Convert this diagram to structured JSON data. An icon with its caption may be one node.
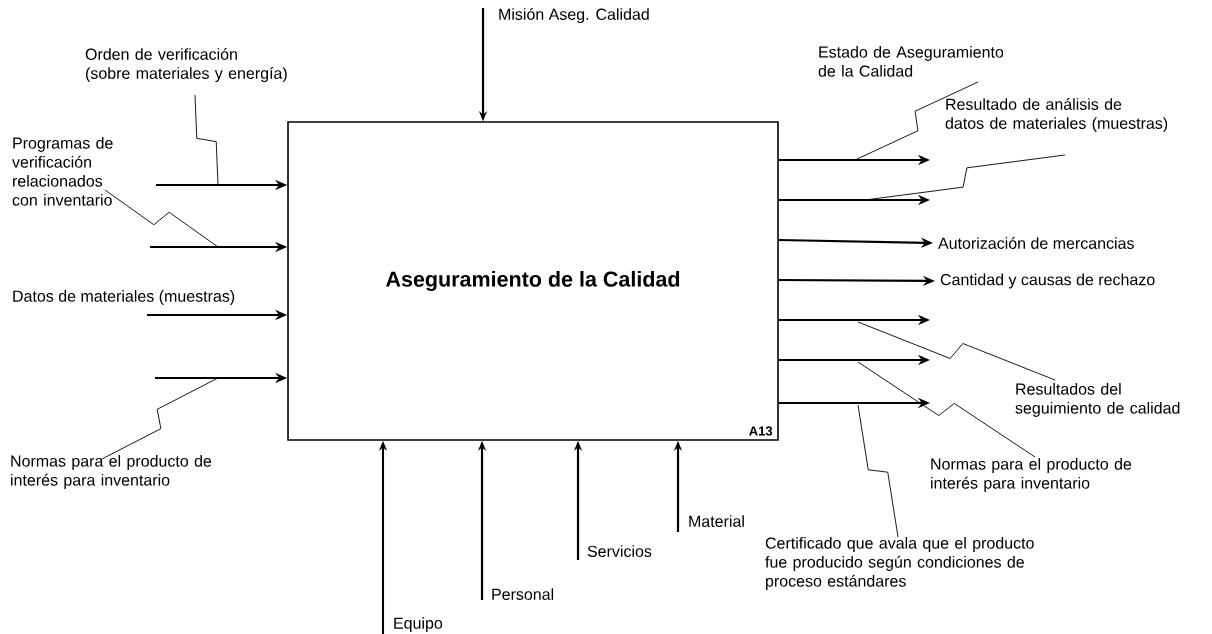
{
  "diagram": {
    "nodes": [
      {
        "text": [
          "Aseguramiento de la Calidad",
          "A13"
        ]
      },
      {
        "text": [
          "Orden de verificación (sobre materiales y energía)"
        ]
      },
      {
        "text": [
          "Programas de verificación relacionados con inventario"
        ]
      },
      {
        "text": [
          "Datos de materiales (muestras)"
        ]
      },
      {
        "text": [
          "Normas para el producto de interés para inventario"
        ]
      },
      {
        "text": [
          "Misión Aseg. Calidad"
        ]
      },
      {
        "text": [
          "Equipo"
        ]
      },
      {
        "text": [
          "Personal"
        ]
      },
      {
        "text": [
          "Servicios"
        ]
      },
      {
        "text": [
          "Material"
        ]
      },
      {
        "text": [
          "Estado de Aseguramiento de la Calidad"
        ]
      },
      {
        "text": [
          "Resultado de análisis de datos de materiales (muestras)"
        ]
      },
      {
        "text": [
          "Autorización de mercancias"
        ]
      },
      {
        "text": [
          "Cantidad y causas de rechazo"
        ]
      },
      {
        "text": [
          "Resultados del seguimiento de calidad"
        ]
      },
      {
        "text": [
          "Normas para el producto de interés para inventario"
        ]
      },
      {
        "text": [
          "Certificado que avala que el producto fue producido  según condiciones de proceso estándares"
        ]
      }
    ],
    "edges": [
      {
        "from": null,
        "to": 0,
        "arrow": "to"
      },
      {
        "from": 1,
        "to": null,
        "arrow": "none"
      },
      {
        "from": null,
        "to": 0,
        "arrow": "to"
      },
      {
        "from": 2,
        "to": null,
        "arrow": "none"
      },
      {
        "from": 3,
        "to": 0,
        "arrow": "to"
      },
      {
        "from": null,
        "to": 0,
        "arrow": "to"
      },
      {
        "from": 4,
        "to": null,
        "arrow": "none"
      },
      {
        "from": 5,
        "to": 0,
        "arrow": "to"
      },
      {
        "from": 6,
        "to": 0,
        "arrow": "to"
      },
      {
        "from": 7,
        "to": 0,
        "arrow": "to"
      },
      {
        "from": 8,
        "to": 0,
        "arrow": "to"
      },
      {
        "from": 9,
        "to": 0,
        "arrow": "to"
      },
      {
        "from": 0,
        "to": null,
        "arrow": "to"
      },
      {
        "from": 10,
        "to": null,
        "arrow": "none"
      },
      {
        "from": 0,
        "to": null,
        "arrow": "to"
      },
      {
        "from": 11,
        "to": null,
        "arrow": "none"
      },
      {
        "from": 0,
        "to": 12,
        "arrow": "to"
      },
      {
        "from": 0,
        "to": 13,
        "arrow": "to"
      },
      {
        "from": 0,
        "to": null,
        "arrow": "to"
      },
      {
        "from": 14,
        "to": null,
        "arrow": "none"
      },
      {
        "from": 0,
        "to": null,
        "arrow": "to"
      },
      {
        "from": 15,
        "to": null,
        "arrow": "none"
      },
      {
        "from": 0,
        "to": null,
        "arrow": "to"
      },
      {
        "from": 16,
        "to": null,
        "arrow": "none"
      }
    ]
  }
}
